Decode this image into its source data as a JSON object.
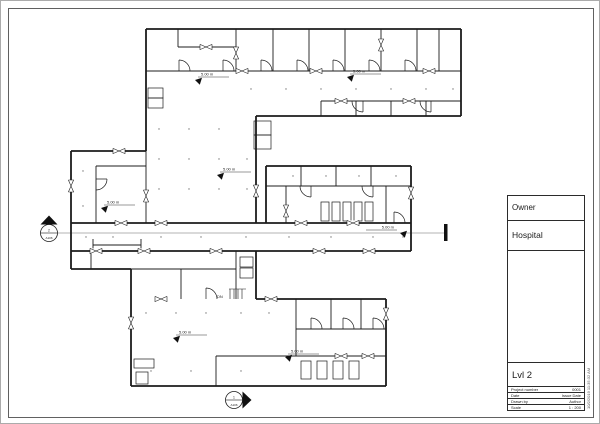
{
  "sheet": {
    "timestamp": "10/2/2019 11:35:32 AM"
  },
  "title_block": {
    "owner_label": "Owner",
    "project_name": "Hospital",
    "view_name": "Lvl 2",
    "fields": [
      {
        "label": "Project number",
        "value": "0001"
      },
      {
        "label": "Date",
        "value": "Issue Date"
      },
      {
        "label": "Drawn by",
        "value": "Author"
      },
      {
        "label": "Scale",
        "value": "1 : 200"
      }
    ]
  },
  "plan": {
    "spot_elevation_label": "5.00 m",
    "down_label": "DN",
    "section_markers": {
      "left": {
        "detail_number": "2",
        "sheet_number": "A106"
      },
      "bottom": {
        "detail_number": "1",
        "sheet_number": "A106"
      }
    }
  },
  "colors": {
    "wall": "#1c1c1c",
    "section_line": "#9a9a9a",
    "sheet_border": "#3a3a3a"
  }
}
